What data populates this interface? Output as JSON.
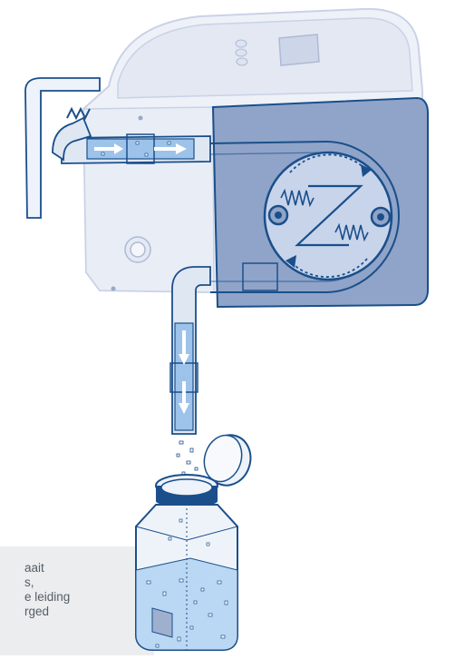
{
  "caption": {
    "lines": [
      "aait",
      "s,",
      "e leiding",
      "rged"
    ]
  },
  "colors": {
    "outline": "#1a4f8b",
    "device_body": "#eef1f8",
    "device_shade": "#c9d2e6",
    "pump_panel": "#8fa4c8",
    "pump_disc": "#c7d4ea",
    "tube": "#dfe7f3",
    "flow_fill": "#9ec3ea",
    "bottle_liquid": "#bad7f3",
    "caption_bg": "#ebedef",
    "caption_text": "#555e66"
  },
  "icons": [
    "flow-arrow-icon",
    "rotation-arrow-icon",
    "spring-icon",
    "kink-icon"
  ]
}
